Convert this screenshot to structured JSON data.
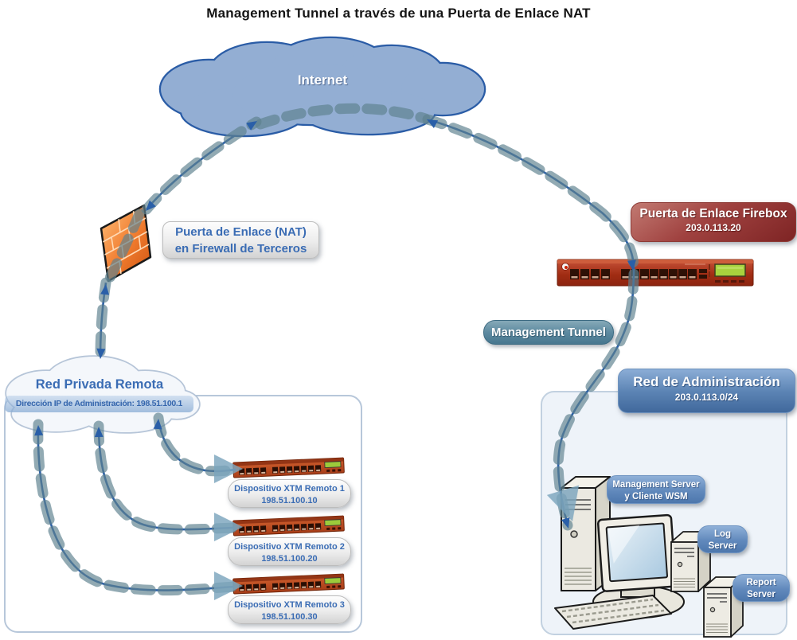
{
  "title": "Management Tunnel a través de una Puerta de Enlace NAT",
  "internet_cloud": {
    "label": "Internet"
  },
  "nat_gateway": {
    "line1": "Puerta de Enlace (NAT)",
    "line2": "en Firewall de Terceros"
  },
  "firebox_gateway": {
    "title": "Puerta de Enlace Firebox",
    "ip": "203.0.113.20"
  },
  "management_tunnel": {
    "label": "Management Tunnel"
  },
  "remote_private_network": {
    "title": "Red Privada Remota",
    "subtitle": "Dirección IP de Administración: 198.51.100.1"
  },
  "remote_devices": [
    {
      "name": "Dispositivo XTM Remoto 1",
      "ip": "198.51.100.10"
    },
    {
      "name": "Dispositivo XTM Remoto 2",
      "ip": "198.51.100.20"
    },
    {
      "name": "Dispositivo XTM Remoto 3",
      "ip": "198.51.100.30"
    }
  ],
  "admin_network": {
    "title": "Red de Administración",
    "subnet": "203.0.113.0/24"
  },
  "servers": {
    "management": {
      "line1": "Management Server",
      "line2": "y Cliente WSM"
    },
    "log": {
      "line1": "Log",
      "line2": "Server"
    },
    "report": {
      "line1": "Report",
      "line2": "Server"
    }
  },
  "colors": {
    "internet_cloud_fill": "#93aed3",
    "internet_cloud_stroke": "#2a5ca6",
    "tunnel_line_blue": "#2a5fa8",
    "tunnel_dash_gray": "#5f828f",
    "big_arrow_steel": "#7ca5bd",
    "label_text_blue": "#3a6cb4",
    "firebox_label_red": "#9c3d3a",
    "admin_label_blue": "#5c84b4",
    "appliance_orange": "#b4401f",
    "firewall_orange": "#f07b2e"
  }
}
